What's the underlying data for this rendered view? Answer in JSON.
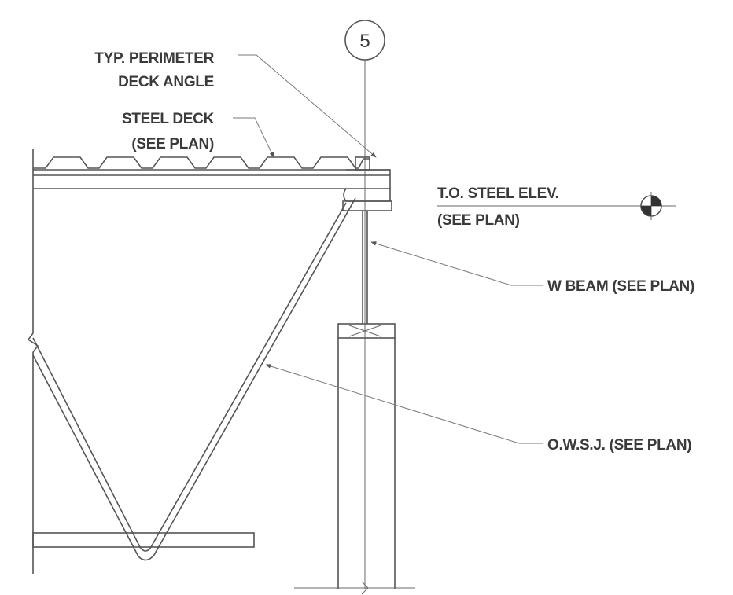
{
  "grid_bubble": {
    "number": "5"
  },
  "labels": {
    "perimeter_angle_line1": "TYP. PERIMETER",
    "perimeter_angle_line2": "DECK ANGLE",
    "steel_deck_line1": "STEEL DECK",
    "steel_deck_line2": "(SEE PLAN)",
    "top_of_steel_line1": "T.O. STEEL ELEV.",
    "top_of_steel_line2": "(SEE PLAN)",
    "w_beam": "W BEAM (SEE PLAN)",
    "owsj": "O.W.S.J. (SEE PLAN)"
  },
  "colors": {
    "line": "#555555",
    "text": "#3a3a3a",
    "background": "#ffffff"
  }
}
